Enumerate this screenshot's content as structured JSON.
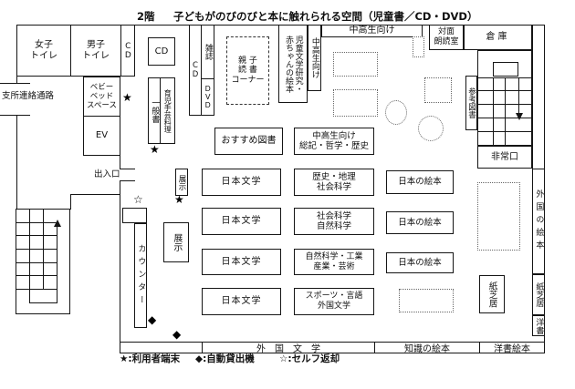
{
  "title": {
    "floor": "2階",
    "text": "子どもがのびのびと本に触れられる空間（児童書／CD・DVD）"
  },
  "rooms": {
    "womens_toilet": "女子\nトイレ",
    "mens_toilet": "男子\nトイレ",
    "cd_strip": "CD",
    "baby_bed_space": "ベビー\nベッド\nスペース",
    "elevator": "EV",
    "branch_corridor": "支所連絡通路",
    "entrance": "出入口",
    "cd_box": "CD",
    "general_books": "一般書",
    "childcare_craft_cooking": "育児手芸料理",
    "cd_column": "CD",
    "magazines": "雑誌",
    "dvd": "DVD",
    "parent_child_corner": "親 子\n読 書\nコーナー",
    "research_baby_books": "児童文学研究・\n赤ちゃんの絵本",
    "teens_column": "中高生向け",
    "teens_bar": "中高生向け",
    "face_to_face_reading": "対面\n朗読室",
    "storage": "倉庫",
    "reference_books": "参考図書",
    "emergency_exit": "非常口",
    "recommended_books": "おすすめ図書",
    "teens_general_philosophy_history": "中高生向け\n総記・哲学・歴史",
    "japanese_literature": "日本文学",
    "history_geography_social": "歴史・地理\n社会科学",
    "social_natural_science": "社会科学\n自然科学",
    "natural_industry_art": "自然科学・工業\n産業・芸術",
    "sports_language_foreign": "スポーツ・言語\n外国文学",
    "japanese_picture_books": "日本の絵本",
    "kamishibai_box": "紙芝居",
    "exhibit": "展示",
    "counter": "カウンター"
  },
  "right_strip": {
    "foreign_picture_books": "外国の絵本",
    "kamishibai": "紙芝居",
    "western_books": "洋書"
  },
  "bottom_band": {
    "foreign_literature": "外　国　文　学",
    "knowledge_picture_books": "知識の絵本",
    "western_picture_books": "洋書絵本"
  },
  "legend": {
    "items": [
      "★:利用者端末",
      "◆:自動貸出機",
      "☆:セルフ返却"
    ]
  },
  "markers": {
    "star": "★",
    "white_star": "☆",
    "diamond": "◆"
  }
}
